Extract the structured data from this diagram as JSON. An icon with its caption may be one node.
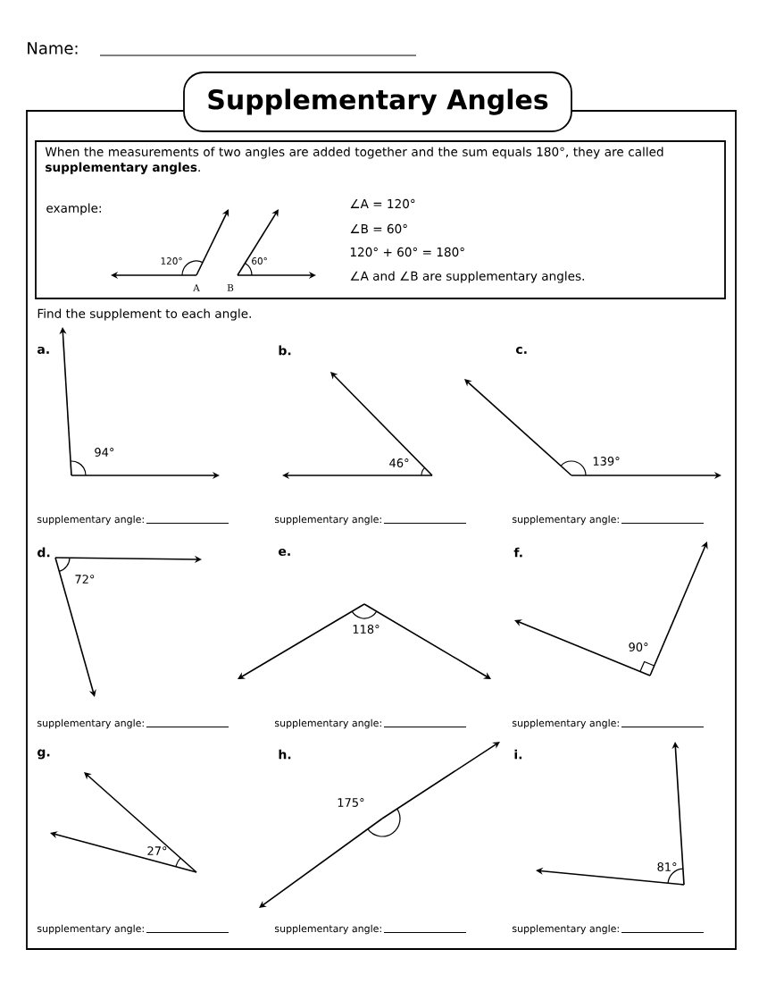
{
  "diagram": {
    "title": "Supplementary Angles",
    "labels": [
      "Name:",
      "When the measurements of two angles are added together and the sum equals 180°, they are called **supplementary angles**.",
      "example:",
      "120°",
      "60°",
      "A",
      "B",
      "∠A = 120°",
      "∠B = 60°",
      "120° + 60° = 180°",
      "∠A and ∠B are supplementary angles.",
      "Find the supplement to each angle.",
      "a.",
      "b.",
      "c.",
      "94°",
      "46°",
      "139°",
      "supplementary angle:",
      "supplementary angle:",
      "supplementary angle:",
      "d.",
      "e.",
      "f.",
      "72°",
      "118°",
      "90°",
      "supplementary angle:",
      "supplementary angle:",
      "supplementary angle:",
      "g.",
      "h.",
      "i.",
      "27°",
      "175°",
      "81°",
      "supplementary angle:",
      "supplementary angle:",
      "supplementary angle:"
    ]
  }
}
